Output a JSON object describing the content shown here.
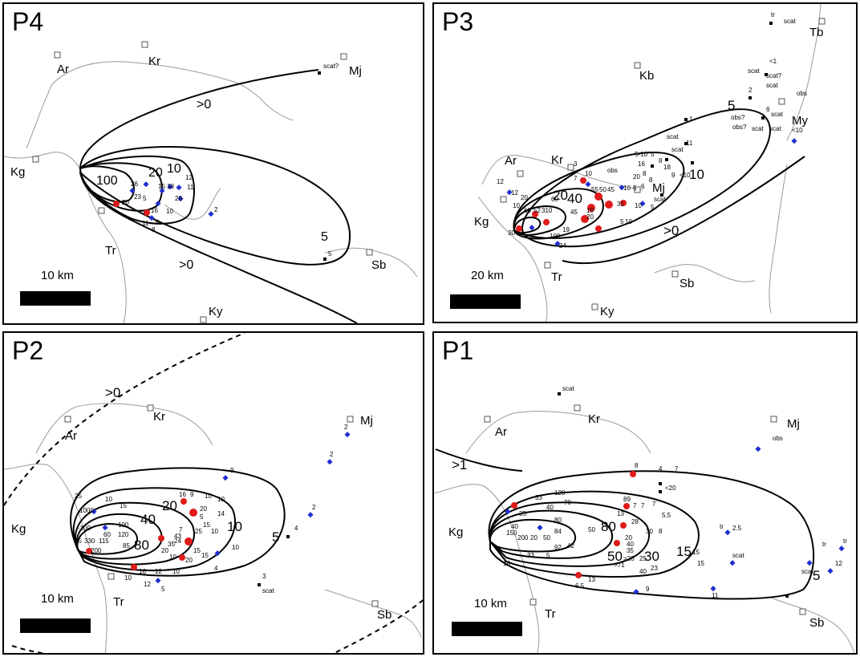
{
  "panels": [
    {
      "id": "P4",
      "title": "P4",
      "scale_label": "10 km",
      "towns": [
        "Ar",
        "Kr",
        "Mj",
        "Kg",
        "Tr",
        "Sb",
        "Ky"
      ],
      "contour_labels": [
        ">0",
        "100",
        "20",
        "10",
        "5",
        ">0"
      ],
      "obs_labels": [
        "scat?",
        "26",
        "23",
        "5",
        "15",
        "18",
        "12",
        "11",
        "20",
        "20",
        "16",
        "10",
        "11",
        "5",
        "8",
        "2",
        "5"
      ]
    },
    {
      "id": "P3",
      "title": "P3",
      "scale_label": "20 km",
      "towns": [
        "Tb",
        "Kb",
        "My",
        "Ar",
        "Kr",
        "Mj",
        "Kg",
        "Tr",
        "Sb",
        "Ky"
      ],
      "contour_labels": [
        "5",
        "10",
        "20",
        "40",
        ">0"
      ],
      "obs_labels": [
        "tr",
        "<1",
        "scat",
        "scat?",
        "scat",
        "2",
        "obs",
        "6",
        "scat",
        "scat",
        "scat",
        "obs?",
        "obs?",
        "1",
        "<10",
        "scat",
        "11",
        "scat",
        "5-10",
        "5",
        "16",
        "8",
        "18",
        "8",
        "20",
        "8",
        "9",
        "<10",
        "3",
        "7",
        "10",
        "obs",
        "55",
        "50",
        "45",
        "10",
        "5",
        "6",
        "12",
        "12",
        "20",
        "60",
        "31",
        "10",
        "10",
        "60",
        "52",
        "310",
        "45",
        "20",
        "10",
        "5",
        "19",
        "100",
        "24",
        "30",
        "scat",
        "10",
        "5",
        "scat"
      ]
    },
    {
      "id": "P2",
      "title": "P2",
      "scale_label": "10 km",
      "towns": [
        "Ar",
        "Kr",
        "Mj",
        "Kg",
        "Tr",
        "Sb"
      ],
      "contour_labels": [
        ">0",
        "20",
        "40",
        "80",
        "10",
        "5"
      ],
      "obs_labels": [
        "9",
        "16",
        "9",
        "10",
        "10",
        "14",
        "20",
        "5",
        "15",
        "7",
        "25",
        "10",
        "43",
        "35",
        "24",
        "20",
        "10",
        "15",
        "20",
        "15",
        "10",
        "10",
        "4",
        "16",
        "12",
        "10",
        "12",
        "5",
        "25",
        "10",
        "1000",
        "15",
        "~100",
        "60",
        "100",
        "120",
        "115",
        "85",
        "330",
        "200",
        "85",
        "2",
        "2",
        "2",
        "4",
        "3",
        "scat"
      ]
    },
    {
      "id": "P1",
      "title": "P1",
      "scale_label": "10 km",
      "towns": [
        "Ar",
        "Kr",
        "Mj",
        "Kg",
        "Tr",
        "Sb"
      ],
      "contour_labels": [
        ">1",
        "80",
        "50",
        "30",
        "15",
        "5"
      ],
      "obs_labels": [
        "scat",
        "obs",
        "8",
        "4",
        "7",
        "<20",
        "89",
        "7",
        "7",
        "13",
        "7",
        "5.5",
        "28",
        "30",
        "8",
        "20",
        "35",
        "40",
        ">20",
        "25",
        ">71",
        "40",
        "23",
        "15",
        "15",
        "120",
        "70",
        "33",
        "40",
        "35",
        "40",
        "80",
        "84",
        "150",
        "200",
        "20",
        "50",
        "92",
        "50",
        "42",
        "5",
        "33",
        "18",
        "13",
        "6.5",
        "9",
        "11",
        "scat",
        "tr",
        "2.5",
        "tr",
        "tr",
        "12",
        "scat"
      ]
    }
  ]
}
